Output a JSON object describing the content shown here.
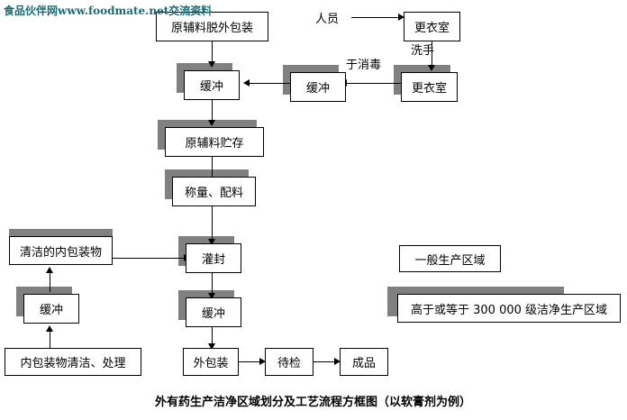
{
  "watermark": {
    "text": "食品伙伴网www.foodmate.net交流资料"
  },
  "caption": {
    "text": "外有药生产洁净区域划分及工艺流程方框图（以软膏剂为例）"
  },
  "diagram": {
    "type": "flowchart",
    "nodes": [
      {
        "id": "unpack",
        "label": "原辅料脱外包装",
        "shadow": false
      },
      {
        "id": "buffer-main",
        "label": "缓冲",
        "shadow": true
      },
      {
        "id": "buffer-mid",
        "label": "缓冲",
        "shadow": true
      },
      {
        "id": "locker-top",
        "label": "更衣室",
        "shadow": false
      },
      {
        "id": "locker-second",
        "label": "更衣室",
        "shadow": true
      },
      {
        "id": "storage",
        "label": "原辅料贮存",
        "shadow": true
      },
      {
        "id": "weighing",
        "label": "称量、配料",
        "shadow": true
      },
      {
        "id": "filling",
        "label": "灌封",
        "shadow": true
      },
      {
        "id": "buffer-fill",
        "label": "缓冲",
        "shadow": true
      },
      {
        "id": "outer-pack",
        "label": "外包装",
        "shadow": false
      },
      {
        "id": "inspect",
        "label": "待检",
        "shadow": false
      },
      {
        "id": "product",
        "label": "成品",
        "shadow": false
      },
      {
        "id": "clean-inner",
        "label": "清洁的内包装物",
        "shadow": true
      },
      {
        "id": "buffer-left",
        "label": "缓冲",
        "shadow": true
      },
      {
        "id": "inner-clean",
        "label": "内包装物清洁、处理",
        "shadow": false
      }
    ],
    "edge_labels": [
      {
        "id": "personnel",
        "text": "人员"
      },
      {
        "id": "wash-hands",
        "text": "洗手"
      },
      {
        "id": "disinfect",
        "text": "于消毒"
      }
    ]
  },
  "legend": {
    "items": [
      {
        "id": "general-area",
        "label": "一般生产区域",
        "shadow": false
      },
      {
        "id": "clean-area",
        "label": "高于或等于 300 000 级洁净生产区域",
        "shadow": true
      }
    ]
  },
  "colors": {
    "shadow": "#808080",
    "line": "#000000",
    "watermark": "#1a6b73",
    "background": "#ffffff"
  }
}
